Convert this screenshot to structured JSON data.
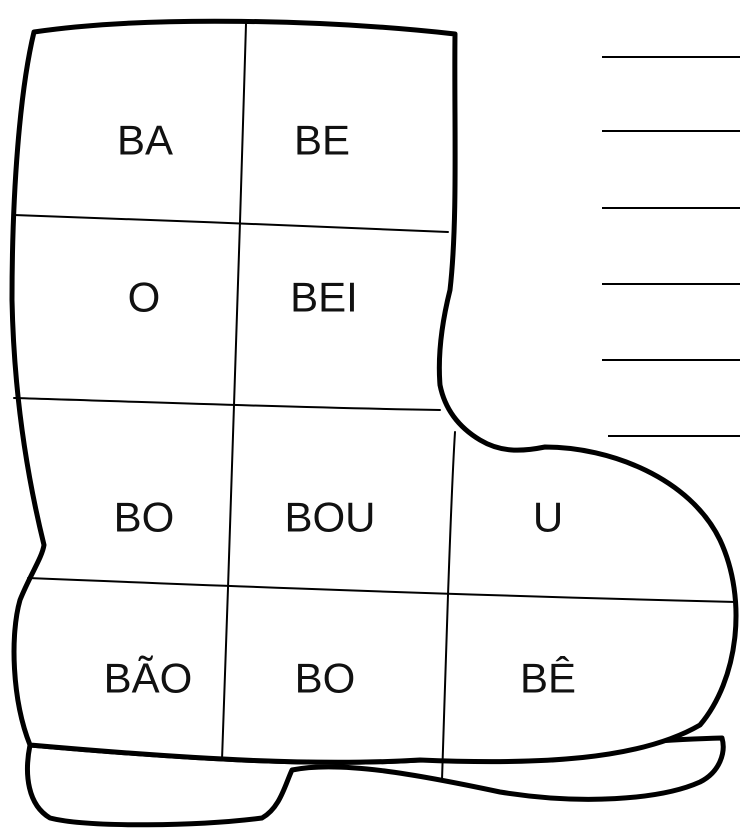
{
  "worksheet": {
    "ink_color": "#000000",
    "paper_color": "#ffffff",
    "syllables": [
      "BA",
      "BE",
      "O",
      "BEI",
      "BO",
      "BOU",
      "U",
      "BÃO",
      "BO",
      "BÊ"
    ],
    "answer_line_count": 6
  }
}
